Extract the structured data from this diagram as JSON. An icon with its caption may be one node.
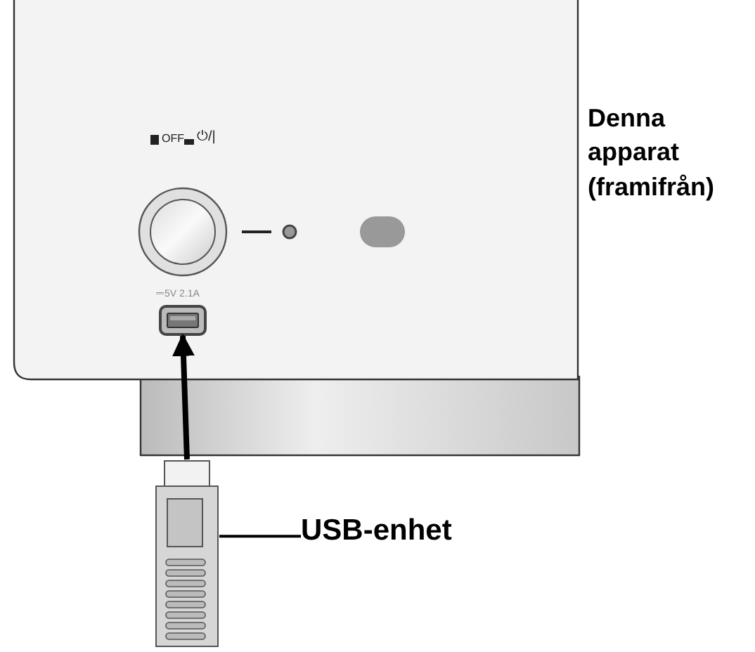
{
  "diagram": {
    "nodes": [
      {
        "text": [],
        "shape": "box"
      },
      {
        "text": [
          "USB-enhet"
        ]
      },
      {
        "text": [],
        "shape": "box"
      }
    ],
    "edges": [
      {
        "from": 2,
        "to": 0,
        "arrow": "to",
        "style": "thick"
      },
      {
        "from": 1,
        "to": 2,
        "arrow": "none"
      }
    ],
    "labels": [
      "OFF",
      "⏻/|",
      "⎓5V 2.1A",
      "Denna apparat (framifrån)"
    ]
  }
}
